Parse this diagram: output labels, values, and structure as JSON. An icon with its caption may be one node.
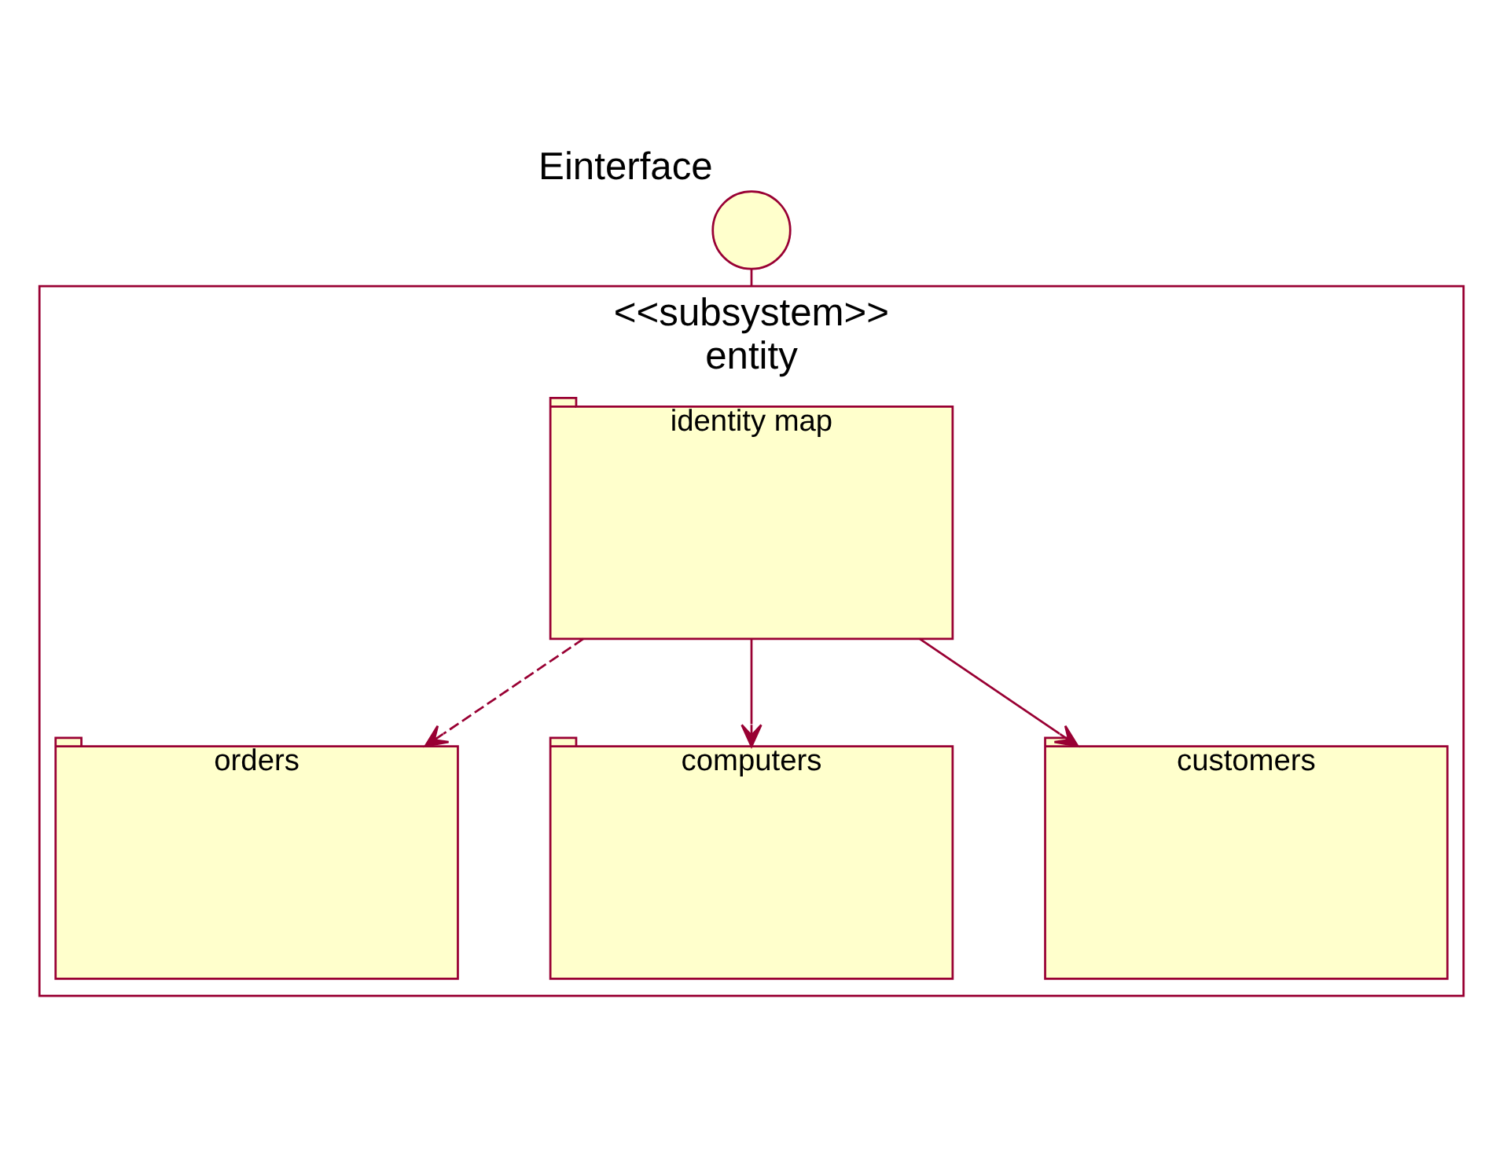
{
  "diagram": {
    "nodes": [
      {
        "text": [
          "Einterface"
        ]
      },
      {
        "text": [
          "<<subsystem>>",
          "entity"
        ]
      },
      {
        "text": [
          "identity map"
        ],
        "in": 1
      },
      {
        "text": [
          "orders"
        ],
        "in": 1
      },
      {
        "text": [
          "computers"
        ],
        "in": 1
      },
      {
        "text": [
          "customers"
        ],
        "in": 1
      }
    ],
    "edges": [
      {
        "from": 0,
        "to": 1,
        "arrow": "none"
      },
      {
        "from": 2,
        "to": 5,
        "arrow": "to"
      },
      {
        "from": 2,
        "to": 4,
        "arrow": "to"
      },
      {
        "from": 2,
        "to": 3,
        "arrow": "to",
        "style": "dashed"
      }
    ]
  }
}
